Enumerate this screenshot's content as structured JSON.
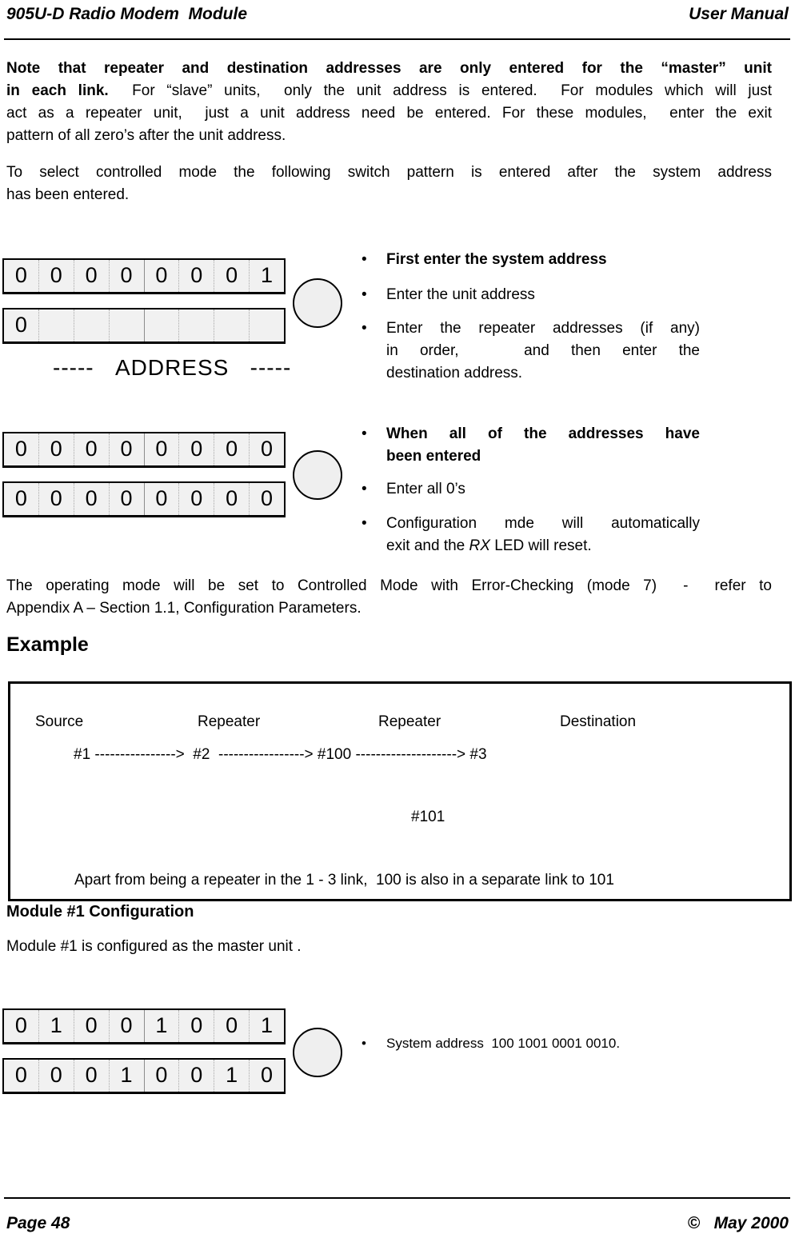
{
  "header": {
    "left": "905U-D Radio Modem  Module",
    "right": "User Manual"
  },
  "para_note": {
    "line1": "Note that repeater and destination addresses are only entered for the “master” unit",
    "line2_bold": "in each link.",
    "line2_rest": "  For “slave” units,  only the unit address is entered.  For modules which will just",
    "line3": "act as a repeater unit,  just a unit address need be entered. For these modules,  enter the exit",
    "line4": "pattern of all zero’s after the unit address."
  },
  "para_select": {
    "line1": "To select controlled mode the following switch pattern is entered after the system address",
    "line2": "has been entered."
  },
  "diagram1": {
    "row1": [
      "0",
      "0",
      "0",
      "0",
      "0",
      "0",
      "0",
      "1"
    ],
    "row2": [
      "0",
      "",
      "",
      "",
      "",
      "",
      "",
      ""
    ],
    "label": "-----   ADDRESS   -----"
  },
  "bullets1": {
    "b1": "First enter the system address",
    "b2": "Enter the unit address",
    "b3_line1": "Enter the repeater addresses (if any)",
    "b3_line2": "in order,   and then enter the",
    "b3_line3": "destination address."
  },
  "diagram2": {
    "row1": [
      "0",
      "0",
      "0",
      "0",
      "0",
      "0",
      "0",
      "0"
    ],
    "row2": [
      "0",
      "0",
      "0",
      "0",
      "0",
      "0",
      "0",
      "0"
    ]
  },
  "bullets2": {
    "b1_line1": "When all of the addresses have",
    "b1_line2": "been entered",
    "b2": "Enter all 0’s",
    "b3_line1": "Configuration mde will automatically",
    "b3_line2_pre": "exit and the ",
    "b3_line2_it": "RX",
    "b3_line2_post": " LED will reset."
  },
  "para_mode": {
    "line1": "The operating mode will be set to Controlled Mode with Error-Checking (mode 7)  -  refer to",
    "line2": "Appendix A – Section 1.1, Configuration Parameters."
  },
  "example": {
    "heading": "Example",
    "col1": "Source",
    "col2": "Repeater",
    "col3": "Repeater",
    "col4": "Destination",
    "flow": "#1 ---------------->  #2  -----------------> #100 --------------------> #3",
    "branch": "#101",
    "note": "Apart from being a repeater in the 1 - 3 link,  100 is also in a separate link to 101"
  },
  "module1": {
    "heading": "Module #1 Configuration",
    "text": "Module #1 is configured as the master unit .",
    "diagram3": {
      "row1": [
        "0",
        "1",
        "0",
        "0",
        "1",
        "0",
        "0",
        "1"
      ],
      "row2": [
        "0",
        "0",
        "0",
        "1",
        "0",
        "0",
        "1",
        "0"
      ]
    },
    "bullet": "System address  100 1001 0001 0010."
  },
  "footer": {
    "left": "Page 48",
    "right": "©   May 2000"
  },
  "colors": {
    "switch_fill": "#f1f1f1",
    "border": "#000000"
  }
}
